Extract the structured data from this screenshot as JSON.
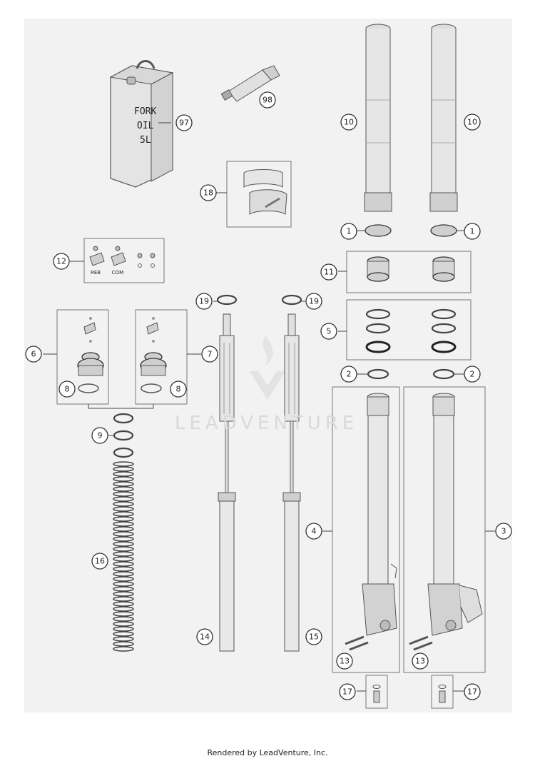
{
  "diagram": {
    "can_label": [
      "FORK",
      "OIL",
      "5L"
    ],
    "adjuster_labels": [
      "REB",
      "COM"
    ],
    "callouts": [
      "1",
      "2",
      "3",
      "4",
      "5",
      "6",
      "7",
      "8",
      "9",
      "10",
      "11",
      "12",
      "13",
      "14",
      "15",
      "16",
      "17",
      "18",
      "19",
      "97",
      "98"
    ]
  },
  "watermark": "LEADVENTURE",
  "footer": "Rendered by LeadVenture, Inc."
}
